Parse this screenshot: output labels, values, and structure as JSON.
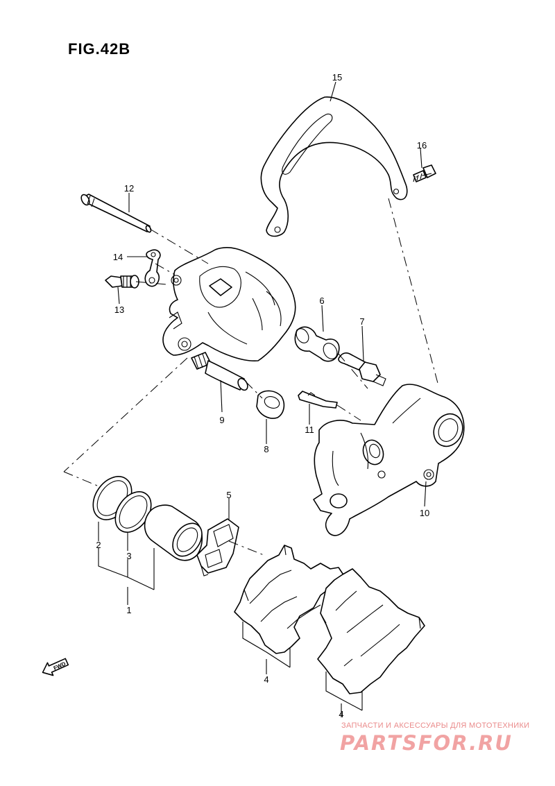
{
  "figure": {
    "title": "FIG.42B"
  },
  "callouts": [
    {
      "id": "c1",
      "label": "1"
    },
    {
      "id": "c2",
      "label": "2"
    },
    {
      "id": "c3",
      "label": "3"
    },
    {
      "id": "c4a",
      "label": "4"
    },
    {
      "id": "c4b",
      "label": "4"
    },
    {
      "id": "c5",
      "label": "5"
    },
    {
      "id": "c6",
      "label": "6"
    },
    {
      "id": "c7",
      "label": "7"
    },
    {
      "id": "c8",
      "label": "8"
    },
    {
      "id": "c9",
      "label": "9"
    },
    {
      "id": "c10",
      "label": "10"
    },
    {
      "id": "c11",
      "label": "11"
    },
    {
      "id": "c12",
      "label": "12"
    },
    {
      "id": "c13",
      "label": "13"
    },
    {
      "id": "c14",
      "label": "14"
    },
    {
      "id": "c15",
      "label": "15"
    },
    {
      "id": "c16",
      "label": "16"
    }
  ],
  "direction_marker": {
    "label": "FWD",
    "icon": "fwd-arrow-icon"
  },
  "watermark": {
    "tagline": "ЗАПЧАСТИ И АКСЕССУАРЫ ДЛЯ МОТОТЕХНИКИ",
    "logo_text": "PARTSFOR.RU",
    "color": "#f1a3a3"
  }
}
